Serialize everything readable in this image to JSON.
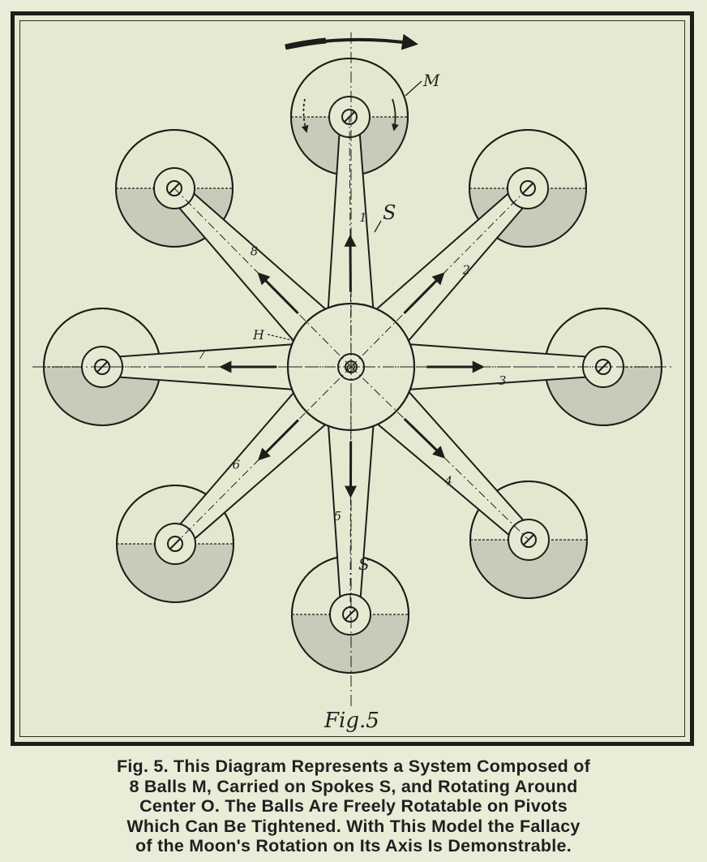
{
  "figure_label": "Fig.5",
  "labels": {
    "ball": "M",
    "spoke": "S",
    "hub": "H",
    "center": "O",
    "spoke_bottom": "S"
  },
  "spoke_numbers": [
    "1",
    "2",
    "3",
    "4",
    "5",
    "6",
    "7",
    "8"
  ],
  "caption_lines": [
    "Fig. 5.  This Diagram Represents a System Composed of",
    "8 Balls M, Carried on Spokes S, and Rotating Around",
    "Center O.  The Balls Are Freely Rotatable on Pivots",
    "Which Can Be Tightened.  With This Model the Fallacy",
    "of the Moon's Rotation on Its Axis Is Demonstrable."
  ],
  "colors": {
    "paper": "#e6e9d2",
    "ink": "#1d1d1a",
    "ball_shade": "#c9cbba",
    "ball_light": "#e4e7d0"
  }
}
